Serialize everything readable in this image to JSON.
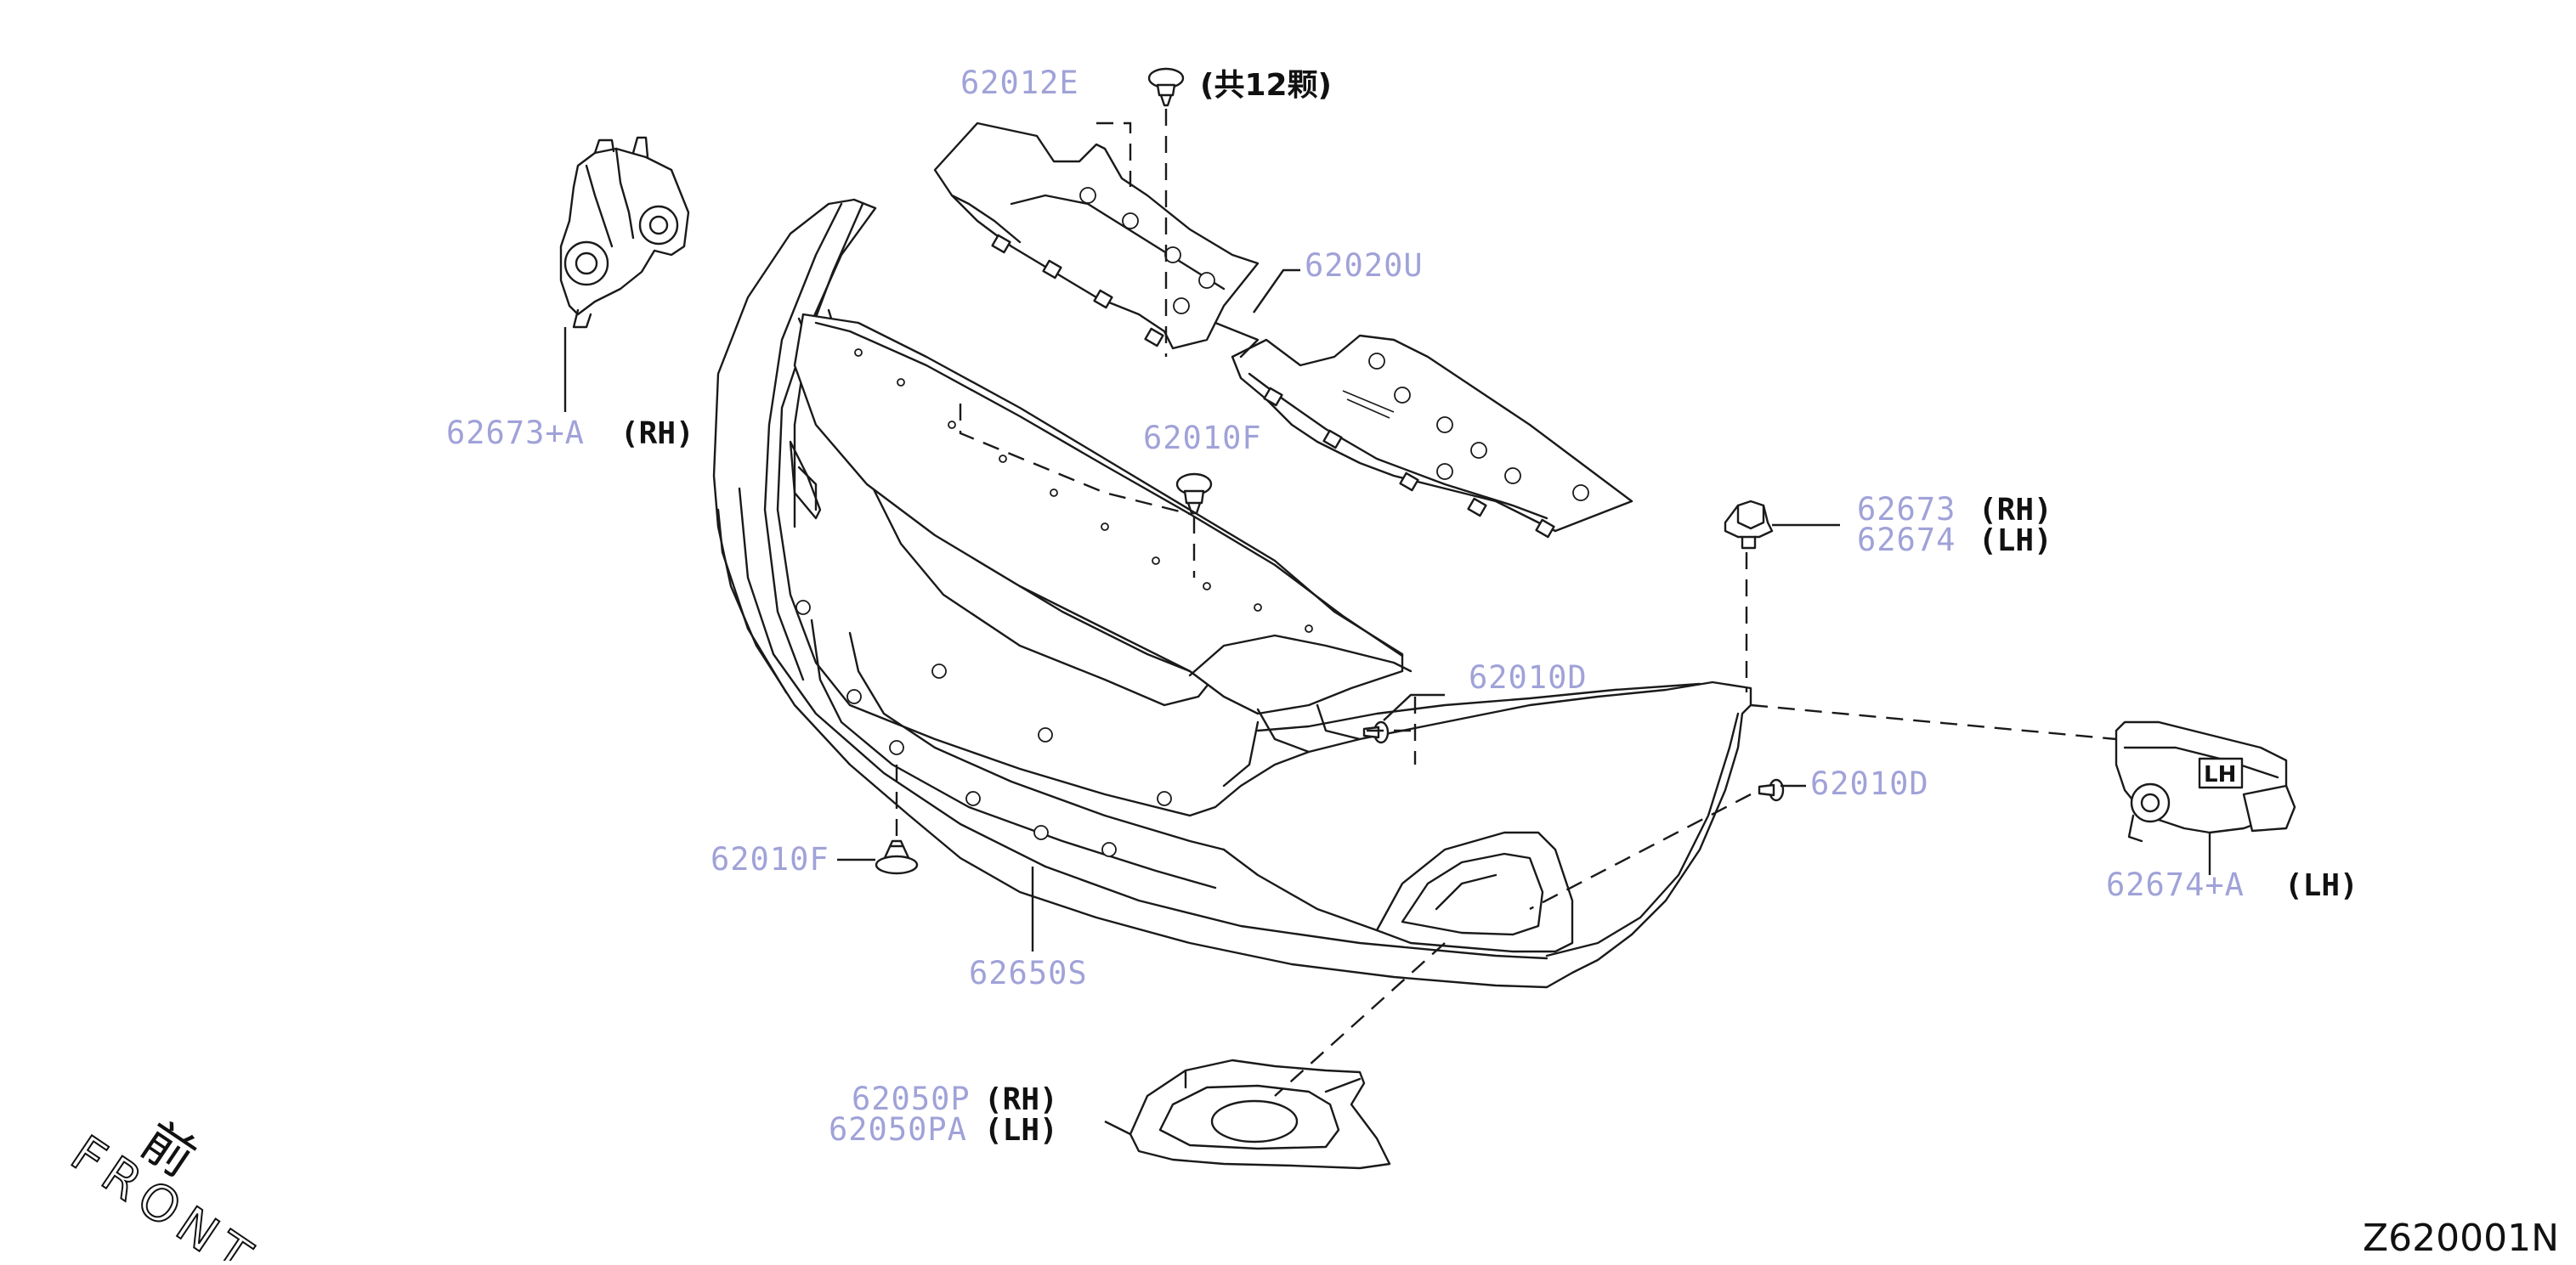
{
  "diagram_code": "Z620001N",
  "front_marker": {
    "glyph": "前",
    "label": "FRONT"
  },
  "callouts": {
    "clip_62012e": {
      "part": "62012E",
      "suffix": "(共12颗)"
    },
    "deflector_62020u": {
      "part": "62020U"
    },
    "clip_62010f_top": {
      "part": "62010F"
    },
    "bracket_62673a": {
      "part": "62673+A",
      "suffix": "(RH)"
    },
    "retainer_62673_62674": {
      "part_rh": "62673",
      "suffix_rh": "(RH)",
      "part_lh": "62674",
      "suffix_lh": "(LH)"
    },
    "screw_62010d_upper": {
      "part": "62010D"
    },
    "screw_62010d_lower": {
      "part": "62010D"
    },
    "bracket_62674a": {
      "part": "62674+A",
      "suffix": "(LH)"
    },
    "clip_62010f_lower": {
      "part": "62010F"
    },
    "fascia_62650s": {
      "part": "62650S"
    },
    "fog_cover_62050p": {
      "part_rh": "62050P",
      "suffix_rh": "(RH)",
      "part_lh": "62050PA",
      "suffix_lh": "(LH)"
    }
  },
  "bracket_marking": "LH"
}
